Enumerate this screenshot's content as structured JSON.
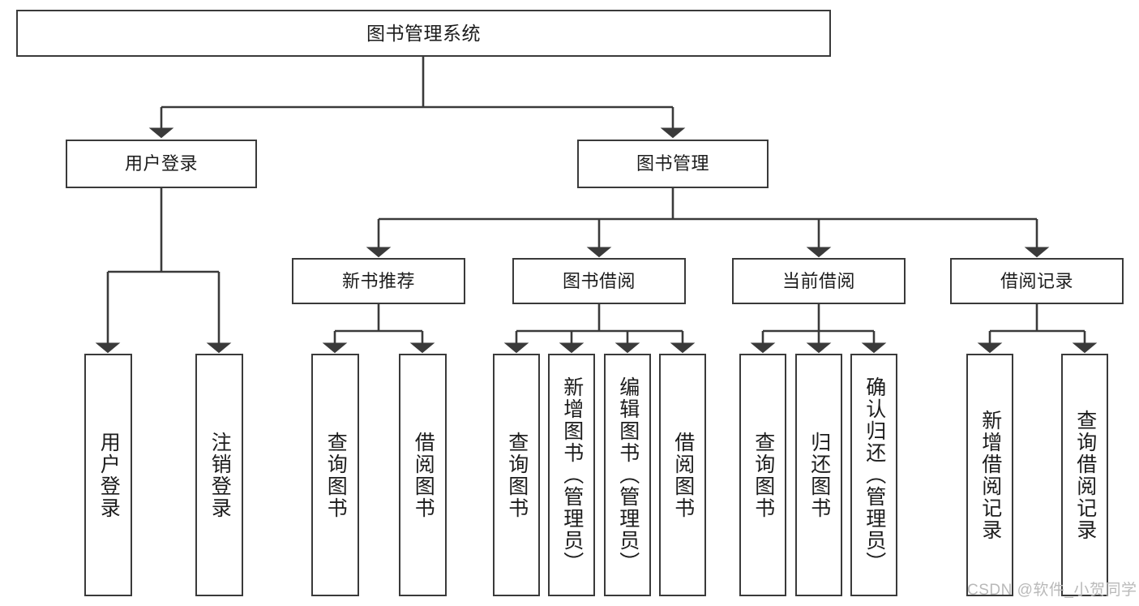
{
  "diagram": {
    "type": "tree-hierarchy-diagram",
    "title": "图书管理系统",
    "levels": 4,
    "root": {
      "id": "root",
      "label": "图书管理系统"
    },
    "level1": [
      {
        "id": "user-login",
        "label": "用户登录"
      },
      {
        "id": "book-management",
        "label": "图书管理"
      }
    ],
    "level2": [
      {
        "id": "new-book-recommend",
        "label": "新书推荐",
        "parent": "book-management"
      },
      {
        "id": "book-borrow",
        "label": "图书借阅",
        "parent": "book-management"
      },
      {
        "id": "current-borrow",
        "label": "当前借阅",
        "parent": "book-management"
      },
      {
        "id": "borrow-record",
        "label": "借阅记录",
        "parent": "book-management"
      }
    ],
    "leaves": {
      "user-login": [
        {
          "id": "leaf-user-login",
          "label": "用户登录"
        },
        {
          "id": "leaf-user-logout",
          "label": "注销登录"
        }
      ],
      "new-book-recommend": [
        {
          "id": "leaf-query-book-1",
          "label": "查询图书"
        },
        {
          "id": "leaf-borrow-book-1",
          "label": "借阅图书"
        }
      ],
      "book-borrow": [
        {
          "id": "leaf-query-book-2",
          "label": "查询图书"
        },
        {
          "id": "leaf-add-book",
          "label": "新增图书（管理员）"
        },
        {
          "id": "leaf-edit-book",
          "label": "编辑图书（管理员）"
        },
        {
          "id": "leaf-borrow-book-2",
          "label": "借阅图书"
        }
      ],
      "current-borrow": [
        {
          "id": "leaf-query-book-3",
          "label": "查询图书"
        },
        {
          "id": "leaf-return-book",
          "label": "归还图书"
        },
        {
          "id": "leaf-confirm-return",
          "label": "确认归还（管理员）"
        }
      ],
      "borrow-record": [
        {
          "id": "leaf-add-record",
          "label": "新增借阅记录"
        },
        {
          "id": "leaf-query-record",
          "label": "查询借阅记录"
        }
      ]
    }
  },
  "watermark": {
    "text": "CSDN @软件_小贺同学"
  },
  "colors": {
    "stroke": "#3a3a3a",
    "background": "#ffffff",
    "text": "#1c1c1c",
    "watermark": "#b9b9b9"
  }
}
